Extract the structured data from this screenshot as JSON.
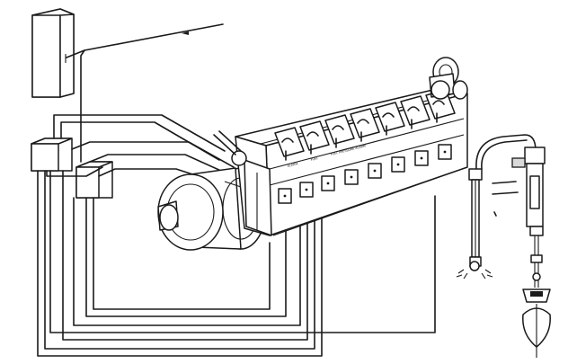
{
  "diagram": {
    "cylinder_labels": [
      "ALARM",
      "FUEL",
      "FUEL PRESSURE ALARM"
    ],
    "cylinder_count": 8,
    "colors": {
      "line": "#1a1a1a",
      "background": "#ffffff",
      "shade": "#d9d9d9"
    }
  }
}
